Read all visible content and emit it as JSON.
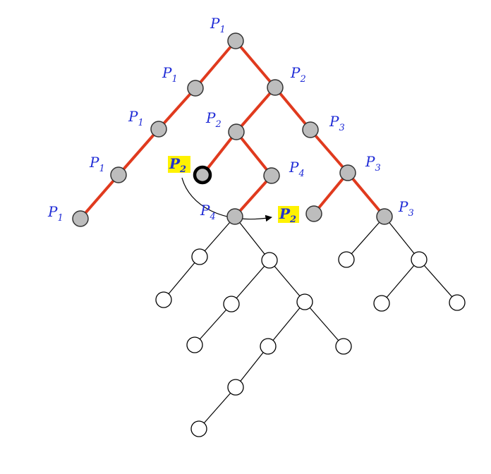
{
  "colors": {
    "active_edge": "#e03a1e",
    "tree_edge": "#000000",
    "visited_fill": "#bdbdbd",
    "unvisited_fill": "#ffffff",
    "label": "#1f2bd6",
    "highlight": "#fff200"
  },
  "labels": {
    "root": {
      "base": "P",
      "sub": "1"
    },
    "left1": {
      "base": "P",
      "sub": "1"
    },
    "left2": {
      "base": "P",
      "sub": "1"
    },
    "left3": {
      "base": "P",
      "sub": "1"
    },
    "left4": {
      "base": "P",
      "sub": "1"
    },
    "mid_top": {
      "base": "P",
      "sub": "2"
    },
    "mid_left": {
      "base": "P",
      "sub": "2"
    },
    "mid_right": {
      "base": "P",
      "sub": "4"
    },
    "mid_bottom": {
      "base": "P",
      "sub": "4"
    },
    "right1": {
      "base": "P",
      "sub": "3"
    },
    "right2": {
      "base": "P",
      "sub": "3"
    },
    "right3": {
      "base": "P",
      "sub": "3"
    },
    "highlight_left": {
      "base": "P",
      "sub": "2"
    },
    "highlight_right": {
      "base": "P",
      "sub": "2"
    }
  }
}
